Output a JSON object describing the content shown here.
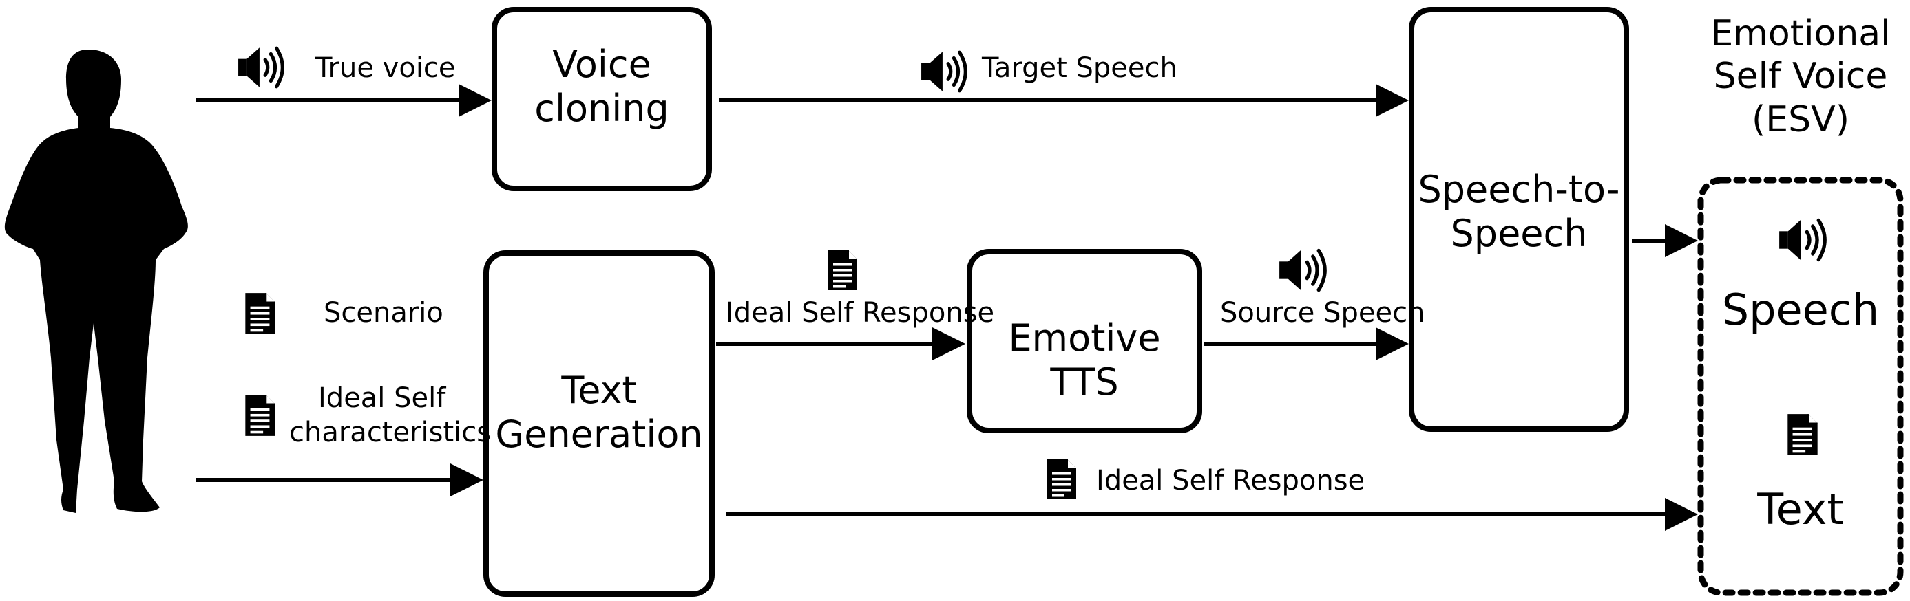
{
  "inputs": {
    "true_voice": "True voice",
    "scenario": "Scenario",
    "ideal_self_characteristics_line1": "Ideal Self",
    "ideal_self_characteristics_line2": "characteristics"
  },
  "boxes": {
    "voice_cloning_line1": "Voice",
    "voice_cloning_line2": "cloning",
    "text_generation_line1": "Text",
    "text_generation_line2": "Generation",
    "emotive_tts": "Emotive TTS",
    "speech_to_speech_line1": "Speech-to-",
    "speech_to_speech_line2": "Speech"
  },
  "edges": {
    "target_speech": "Target Speech",
    "ideal_self_response_top": "Ideal Self Response",
    "source_speech": "Source Speech",
    "ideal_self_response_bottom": "Ideal Self Response"
  },
  "output": {
    "title_line1": "Emotional",
    "title_line2": "Self Voice",
    "title_line3": "(ESV)",
    "speech": "Speech",
    "text": "Text"
  },
  "icons": {
    "person": "person-silhouette-icon",
    "speaker": "speaker-icon",
    "document": "document-icon"
  }
}
